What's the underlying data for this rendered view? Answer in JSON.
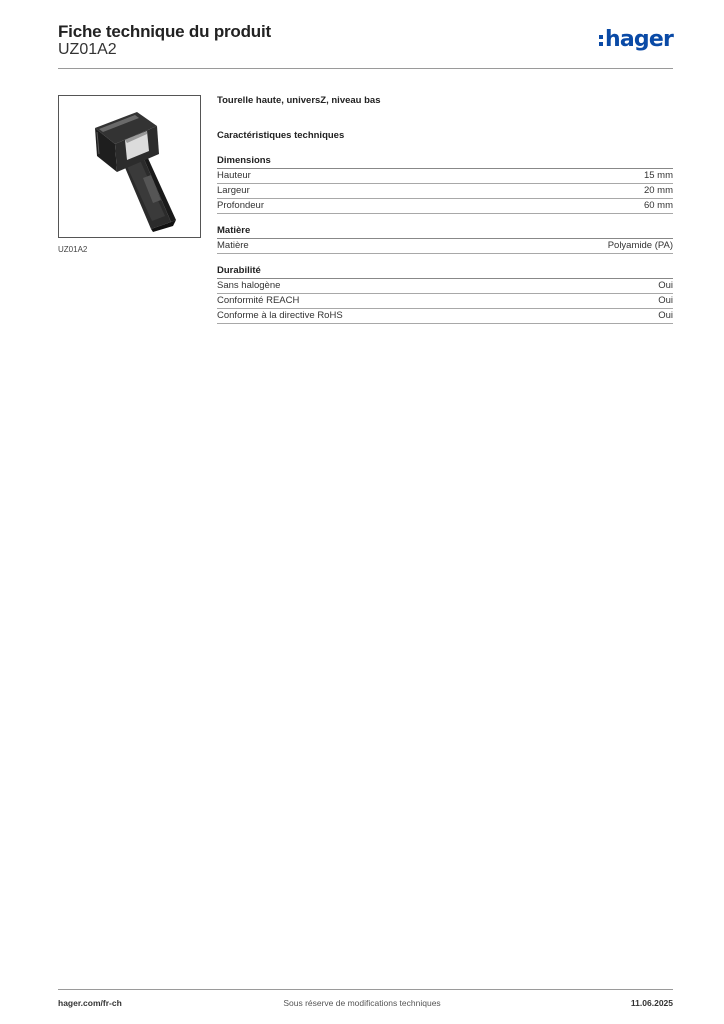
{
  "header": {
    "title": "Fiche technique du produit",
    "code": "UZ01A2",
    "logo_text": "hager",
    "logo_color": "#0a4aa6"
  },
  "product": {
    "image_caption": "UZ01A2",
    "name": "Tourelle haute, universZ, niveau bas"
  },
  "specs": {
    "section_title": "Caractéristiques techniques",
    "groups": [
      {
        "title": "Dimensions",
        "rows": [
          {
            "label": "Hauteur",
            "value": "15 mm"
          },
          {
            "label": "Largeur",
            "value": "20 mm"
          },
          {
            "label": "Profondeur",
            "value": "60 mm"
          }
        ]
      },
      {
        "title": "Matière",
        "rows": [
          {
            "label": "Matière",
            "value": "Polyamide (PA)"
          }
        ]
      },
      {
        "title": "Durabilité",
        "rows": [
          {
            "label": "Sans halogène",
            "value": "Oui"
          },
          {
            "label": "Conformité REACH",
            "value": "Oui"
          },
          {
            "label": "Conforme à la directive RoHS",
            "value": "Oui"
          }
        ]
      }
    ]
  },
  "footer": {
    "website": "hager.com/fr-ch",
    "notice": "Sous réserve de modifications techniques",
    "date": "11.06.2025"
  }
}
